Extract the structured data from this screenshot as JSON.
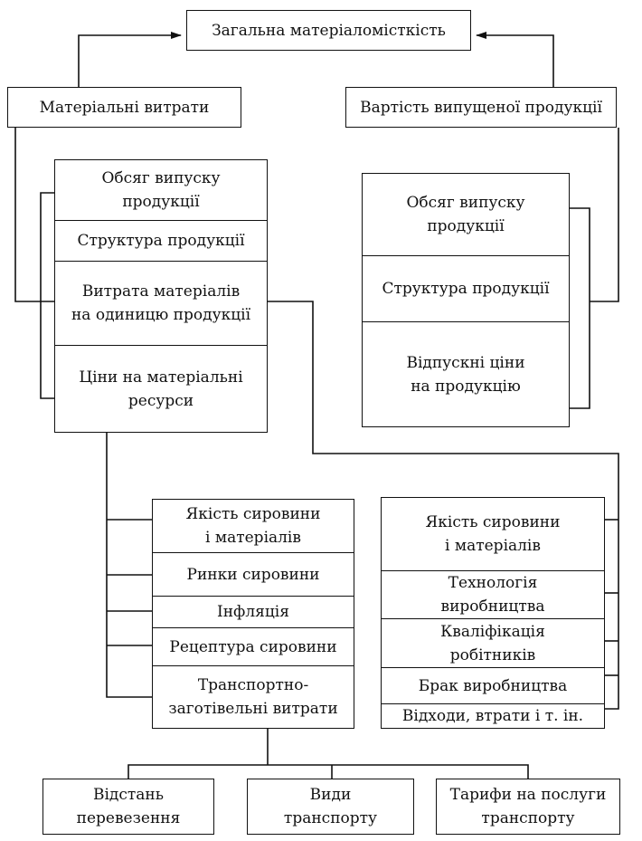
{
  "top": {
    "title": "Загальна матеріаломісткість"
  },
  "level2": {
    "left": "Матеріальні витрати",
    "right": "Вартість випущеної продукції"
  },
  "left_factors": [
    "Обсяг випуску\nпродукції",
    "Структура продукції",
    "Витрата матеріалів\nна одиницю продукції",
    "Ціни на матеріальні\nресурси"
  ],
  "right_factors": [
    "Обсяг випуску\nпродукції",
    "Структура продукції",
    "Відпускні ціни\nна продукцію"
  ],
  "price_factors": [
    "Якість сировини\nі матеріалів",
    "Ринки сировини",
    "Інфляція",
    "Рецептура сировини",
    "Транспортно-\nзаготівельні витрати"
  ],
  "consumption_factors": [
    "Якість сировини\nі матеріалів",
    "Технологія\nвиробництва",
    "Кваліфікація\nробітників",
    "Брак виробництва",
    "Відходи, втрати і т. ін."
  ],
  "transport_factors": [
    "Відстань\nперевезення",
    "Види\nтранспорту",
    "Тарифи на послуги\nтранспорту"
  ]
}
